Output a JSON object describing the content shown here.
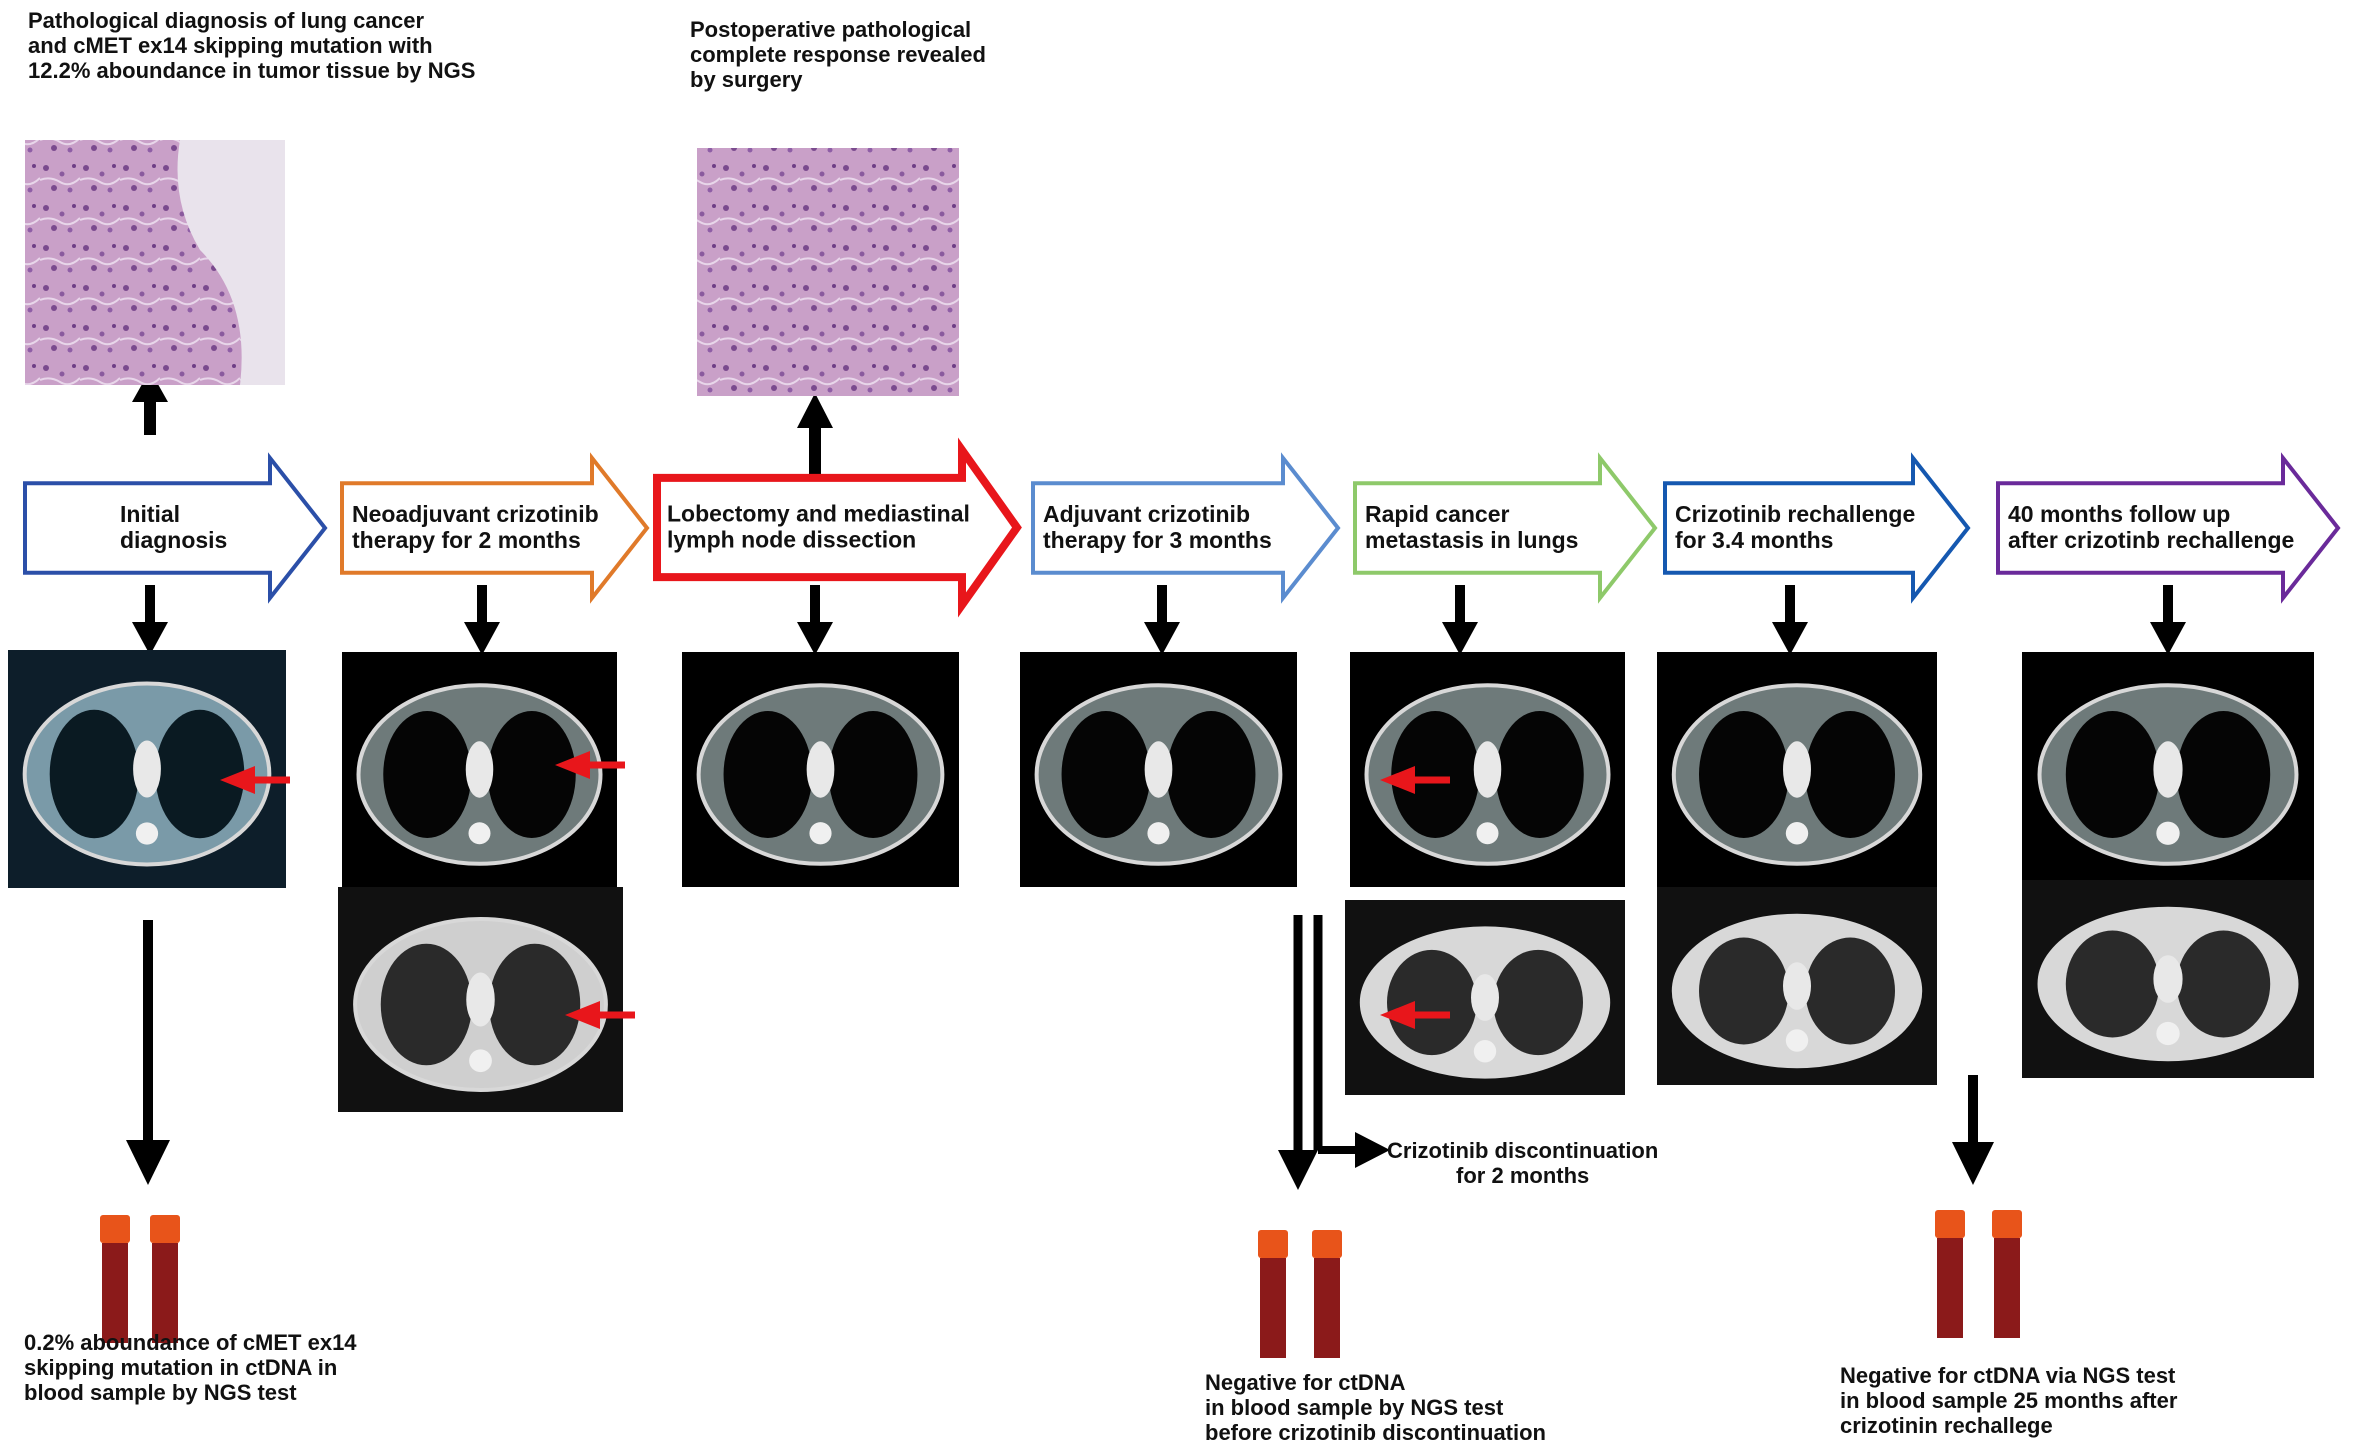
{
  "stages": [
    {
      "id": "initial",
      "lines": [
        "Initial",
        "diagnosis"
      ],
      "color": "#2b4fa8"
    },
    {
      "id": "neoadjuvant",
      "lines": [
        "Neoadjuvant crizotinib",
        "therapy for 2 months"
      ],
      "color": "#e07a2a"
    },
    {
      "id": "lobectomy",
      "lines": [
        "Lobectomy and mediastinal",
        "lymph node dissection"
      ],
      "color": "#e8161b"
    },
    {
      "id": "adjuvant",
      "lines": [
        "Adjuvant crizotinib",
        "therapy  for 3 months"
      ],
      "color": "#5b8ccf"
    },
    {
      "id": "metastasis",
      "lines": [
        "Rapid cancer",
        "metastasis  in lungs"
      ],
      "color": "#8ec96a"
    },
    {
      "id": "rechallenge",
      "lines": [
        "Crizotinib rechallenge",
        "for 3.4 months"
      ],
      "color": "#1558b0"
    },
    {
      "id": "followup",
      "lines": [
        "40 months follow  up",
        "after crizotinb rechallenge"
      ],
      "color": "#6a2a9a"
    }
  ],
  "notes": {
    "pathology_top": "Pathological diagnosis  of lung cancer\nand  cMET  ex14    skipping  mutation  with\n12.2% aboundance in tumor tissue by NGS",
    "postop_top": "Postoperative pathological\n complete response revealed\nby surgery",
    "ctdna_initial": "0.2% aboundance of cMET ex14\nskipping mutation in ctDNA  in\nblood  sample by NGS  test",
    "discontinuation": "Crizotinib discontinuation\nfor 2 months",
    "ctdna_negative_1": "Negative for ctDNA\nin blood sample by NGS test\nbefore crizotinib discontinuation",
    "ctdna_negative_2": "Negative for ctDNA via NGS test\n in blood sample 25 months after\ncrizotinin rechallege"
  },
  "images": {
    "histology": "histology-slide",
    "ct_scan": "ct-scan",
    "lung_window": "lung-window-ct",
    "blood_tube": "blood-sample-tube",
    "lesion_marker": "red-arrow-marker"
  },
  "colors": {
    "histology_pink": "#b88ab8",
    "ct_background": "#000000",
    "blood": "#8b1a1a",
    "cap": "#e8541a",
    "marker": "#e8161b"
  }
}
